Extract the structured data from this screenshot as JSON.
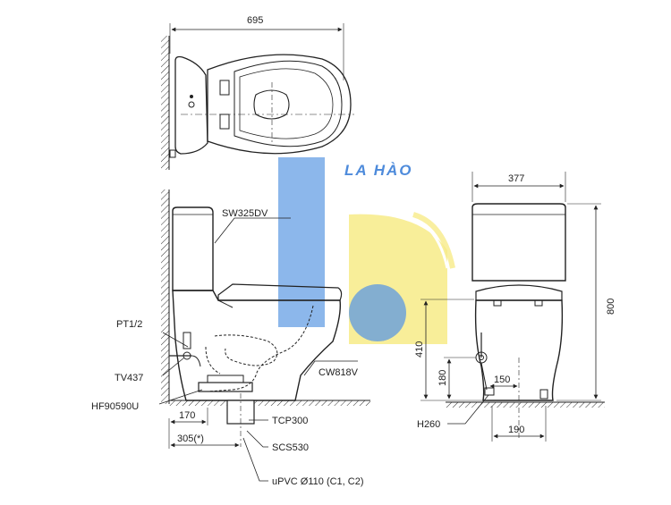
{
  "brand": {
    "name": "LA HÀO",
    "colors": {
      "blue": "#4a8ee0",
      "yellow": "#f6e97a",
      "text_blue": "#3b7fd8"
    }
  },
  "top_view": {
    "width_dim": "695"
  },
  "side_view": {
    "labels": {
      "tank": "SW325DV",
      "bowl": "CW818V",
      "inlet": "PT1/2",
      "valve": "TV437",
      "hose": "HF90590U",
      "flange": "TCP300",
      "pipe": "SCS530",
      "drain": "uPVC Ø110 (C1, C2)"
    },
    "dims": {
      "wall_to_inlet": "170",
      "rough_in": "305(*)"
    }
  },
  "front_view": {
    "labels": {
      "hose": "H260"
    },
    "dims": {
      "width": "377",
      "height": "800",
      "inlet_height": "410",
      "valve_height": "180",
      "offset": "150",
      "base": "190"
    }
  }
}
